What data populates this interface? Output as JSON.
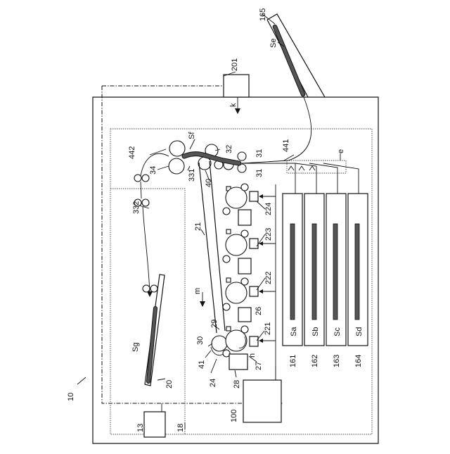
{
  "labels": {
    "apparatus": "10",
    "controller_13": "13",
    "controller_18": "18",
    "controller_100": "100",
    "sensor_201": "201",
    "arrow_k": "k",
    "tray_165": "165",
    "sheet_se": "Se",
    "sheet_sf": "Sf",
    "sheet_sg": "Sg",
    "roller_442": "442",
    "roller_34": "34",
    "roller_331": "331",
    "roller_32": "32",
    "roller_31a": "31",
    "roller_31b": "31",
    "path_441": "441",
    "region_e": "e",
    "belt_40": "40",
    "unit_224": "224",
    "roller_332": "332",
    "belt_21": "21",
    "unit_223": "223",
    "arrow_m": "m",
    "unit_222": "222",
    "roller_26": "26",
    "roller_29": "29",
    "unit_221": "221",
    "roller_30": "30",
    "arrow_n": "n",
    "roller_41": "41",
    "roller_27": "27",
    "roller_24": "24",
    "roller_28": "28",
    "tray_20": "20",
    "cassette_161": "161",
    "cassette_162": "162",
    "cassette_163": "163",
    "cassette_164": "164",
    "sheet_sa": "Sa",
    "sheet_sb": "Sb",
    "sheet_sc": "Sc",
    "sheet_sd": "Sd"
  }
}
